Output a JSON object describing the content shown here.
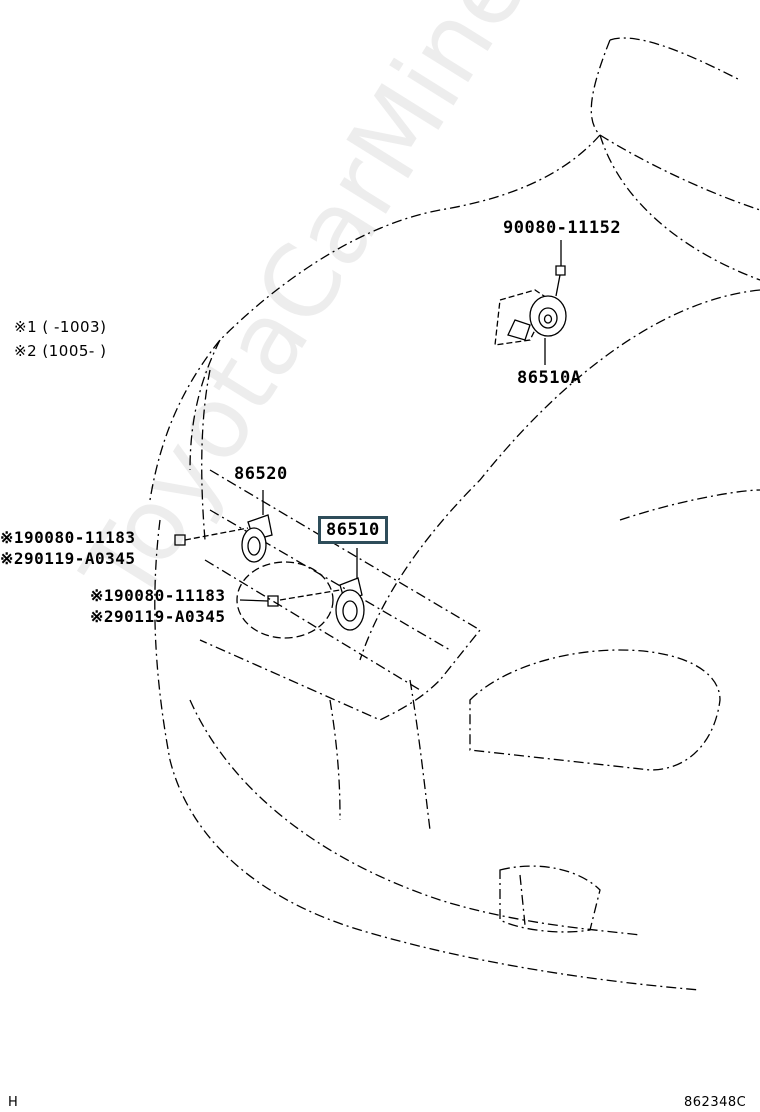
{
  "watermark": "ToyotaCarMine.ru",
  "notes": {
    "note1": "※1 (     -1003)",
    "note2": "※2 (1005-     )"
  },
  "parts": {
    "bolt_top": "90080-11152",
    "horn_high": "86510A",
    "horn_left": "86520",
    "horn_center": "86510",
    "left_bolt_1": "※190080-11183",
    "left_bolt_2": "※290119-A0345",
    "mid_bolt_1": "※190080-11183",
    "mid_bolt_2": "※290119-A0345"
  },
  "footer": {
    "left_code": "H",
    "diagram_code": "862348C"
  }
}
